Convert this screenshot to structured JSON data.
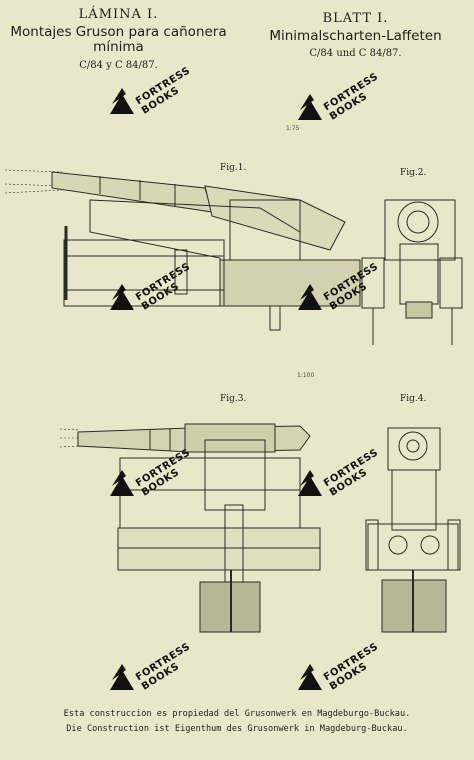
{
  "header_left": {
    "lamina": "LÁMINA I.",
    "title_line1": "Montajes Gruson para cañonera",
    "title_line2": "mínima",
    "models": "C/84 y C 84/87."
  },
  "header_right": {
    "blatt": "BLATT I.",
    "title": "Minimalscharten-Laffeten",
    "models": "C/84 und C 84/87."
  },
  "scale_top": "1:75",
  "scale_mid": "1:100",
  "figures": {
    "fig1": "Fig.1.",
    "fig2": "Fig.2.",
    "fig3": "Fig.3.",
    "fig4": "Fig.4."
  },
  "watermark": {
    "line1": "FORTRESS",
    "line2": "BOOKS"
  },
  "caption": {
    "line1": "Esta construccion es propiedad del Grusonwerk en Magdeburgo-Buckau.",
    "line2": "Die Construction ist Eigenthum des Grusonwerk in Magdeburg-Buckau."
  },
  "colors": {
    "paper": "#e9e7c9",
    "ink": "#1e1e1a"
  }
}
